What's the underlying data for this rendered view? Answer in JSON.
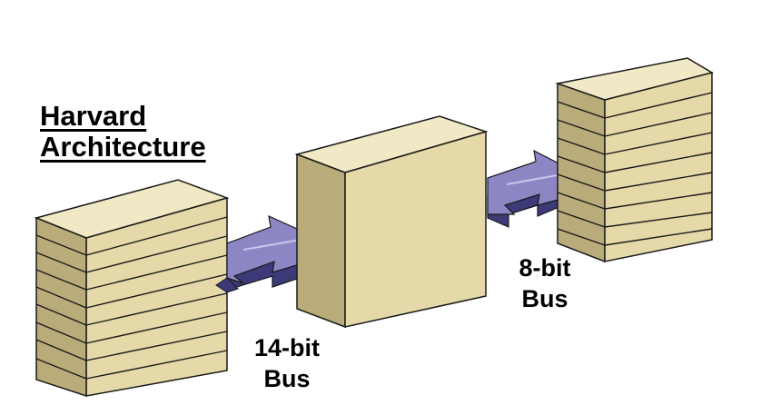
{
  "title": {
    "line1": "Harvard",
    "line2": "Architecture"
  },
  "buses": [
    {
      "width": "14-bit",
      "word": "Bus"
    },
    {
      "width": "8-bit",
      "word": "Bus"
    }
  ],
  "colors": {
    "block_front": "#e5d9a9",
    "block_top": "#f1e9c5",
    "block_side": "#b9ac7a",
    "arrow_fill": "#8c87c4",
    "arrow_dark": "#3c3a78",
    "outline": "#1a1a1a"
  }
}
